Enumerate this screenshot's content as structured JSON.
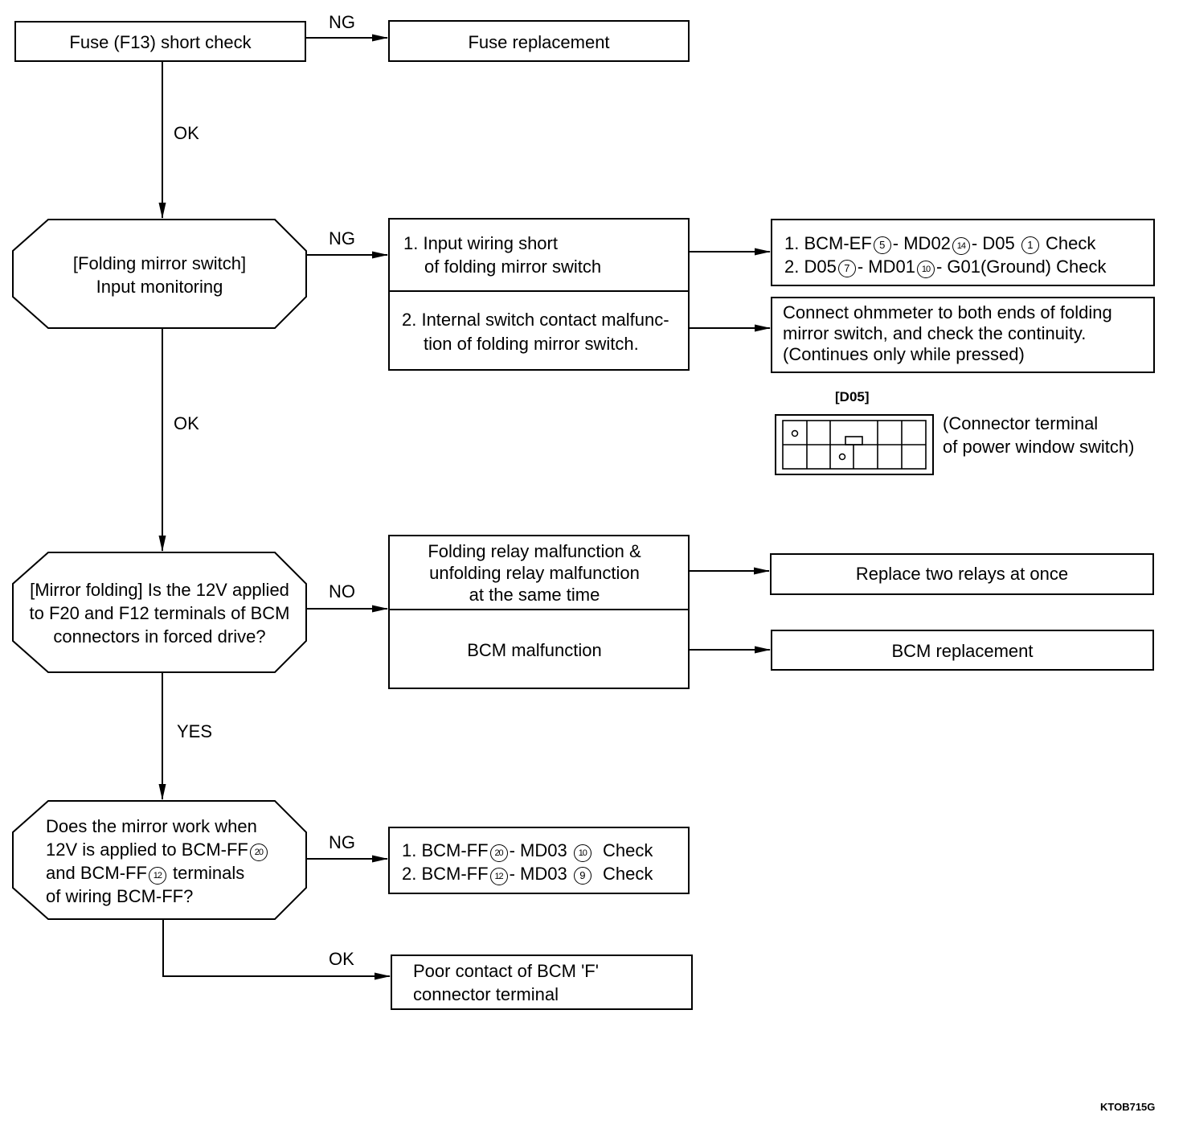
{
  "labels": {
    "ng1": "NG",
    "ok1": "OK",
    "ng2": "NG",
    "ok2": "OK",
    "no3": "NO",
    "yes3": "YES",
    "ng4": "NG",
    "ok4": "OK"
  },
  "step1": {
    "text": "Fuse (F13) short check"
  },
  "fuse_replacement": {
    "text": "Fuse replacement"
  },
  "step2": {
    "line1": "[Folding mirror switch]",
    "line2": "Input monitoring"
  },
  "cause2a": {
    "line1": "1. Input wiring short",
    "line2": "of folding mirror switch"
  },
  "cause2b": {
    "line1": "2. Internal switch contact malfunc-",
    "line2": "tion of folding mirror switch."
  },
  "action2a": {
    "l1_a": "1. BCM-EF",
    "l1_c1": "5",
    "l1_b": "- MD02",
    "l1_c2": "14",
    "l1_d": "- D05",
    "l1_c3": "1",
    "l1_e": "Check",
    "l2_a": "2. D05",
    "l2_c1": "7",
    "l2_b": "- MD01",
    "l2_c2": "10",
    "l2_d": "- G01(Ground) Check"
  },
  "action2b": {
    "line1": "Connect ohmmeter to both ends of folding",
    "line2": "mirror switch, and check the continuity.",
    "line3": "(Continues only while pressed)"
  },
  "connector": {
    "title": "[D05]",
    "caption1": "(Connector terminal",
    "caption2": "of power window switch)"
  },
  "step3": {
    "line1": "[Mirror folding] Is the 12V applied",
    "line2": "to F20 and F12 terminals of BCM",
    "line3": "connectors in forced drive?"
  },
  "cause3a": {
    "line1": "Folding relay malfunction &",
    "line2": "unfolding relay malfunction",
    "line3": "at the same time"
  },
  "cause3b": {
    "text": "BCM malfunction"
  },
  "action3a": {
    "text": "Replace two relays at once"
  },
  "action3b": {
    "text": "BCM replacement"
  },
  "step4": {
    "line1": "Does the mirror work when",
    "l2_a": "12V is applied to BCM-FF",
    "l2_c": "20",
    "l3_a": "and BCM-FF",
    "l3_c": "12",
    "l3_b": "terminals",
    "line4": "of wiring BCM-FF?"
  },
  "action4a": {
    "l1_a": "1. BCM-FF",
    "l1_c1": "20",
    "l1_b": "- MD03",
    "l1_c2": "10",
    "l1_d": "Check",
    "l2_a": "2. BCM-FF",
    "l2_c1": "12",
    "l2_b": "- MD03",
    "l2_c2": "9",
    "l2_d": "Check"
  },
  "result4": {
    "line1": "Poor contact of BCM 'F'",
    "line2": "connector terminal"
  },
  "figure_code": "KTOB715G"
}
